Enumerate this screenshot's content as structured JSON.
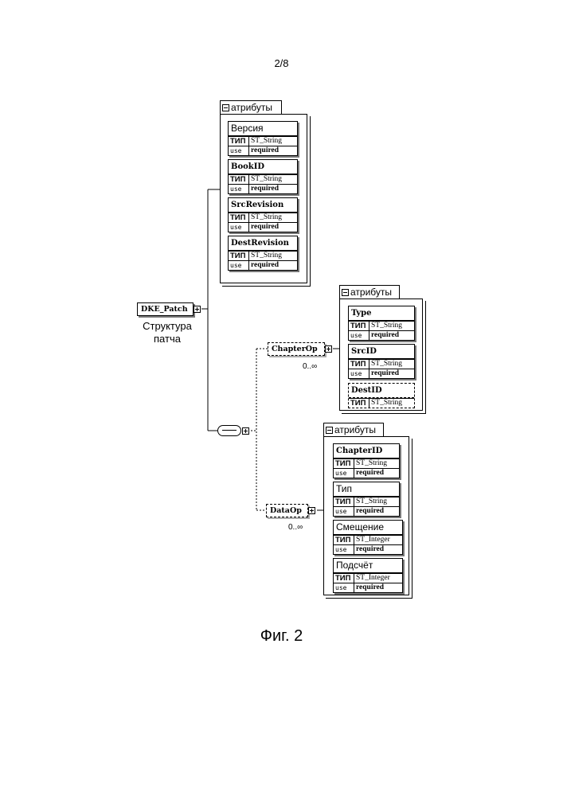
{
  "page_number": "2/8",
  "caption": "Фиг. 2",
  "root": {
    "name": "DKE_Patch",
    "label_line1": "Структура",
    "label_line2": "патча"
  },
  "group_top": {
    "title": "атрибуты",
    "attrs": [
      {
        "name": "Версия",
        "type_key": "ТИП",
        "type_val": "ST_String",
        "use_key": "use",
        "use_val": "required"
      },
      {
        "name": "BookID",
        "type_key": "ТИП",
        "type_val": "ST_String",
        "use_key": "use",
        "use_val": "required"
      },
      {
        "name": "SrcRevision",
        "type_key": "ТИП",
        "type_val": "ST_String",
        "use_key": "use",
        "use_val": "required"
      },
      {
        "name": "DestRevision",
        "type_key": "ТИП",
        "type_val": "ST_String",
        "use_key": "use",
        "use_val": "required"
      }
    ]
  },
  "chapter_op": {
    "name": "ChapterOp",
    "multiplicity": "0..∞",
    "group": {
      "title": "атрибуты",
      "attrs": [
        {
          "name": "Type",
          "type_key": "ТИП",
          "type_val": "ST_String",
          "use_key": "use",
          "use_val": "required"
        },
        {
          "name": "SrcID",
          "type_key": "ТИП",
          "type_val": "ST_String",
          "use_key": "use",
          "use_val": "required"
        },
        {
          "name": "DestID",
          "type_key": "ТИП",
          "type_val": "ST_String"
        }
      ]
    }
  },
  "data_op": {
    "name": "DataOp",
    "multiplicity": "0..∞",
    "group": {
      "title": "атрибуты",
      "attrs": [
        {
          "name": "ChapterID",
          "type_key": "ТИП",
          "type_val": "ST_String",
          "use_key": "use",
          "use_val": "required"
        },
        {
          "name": "Тип",
          "type_key": "ТИП",
          "type_val": "ST_String",
          "use_key": "use",
          "use_val": "required"
        },
        {
          "name": "Смещение",
          "type_key": "ТИП",
          "type_val": "ST_Integer",
          "use_key": "use",
          "use_val": "required"
        },
        {
          "name": "Подсчёт",
          "type_key": "ТИП",
          "type_val": "ST_Integer",
          "use_key": "use",
          "use_val": "required"
        }
      ]
    }
  }
}
